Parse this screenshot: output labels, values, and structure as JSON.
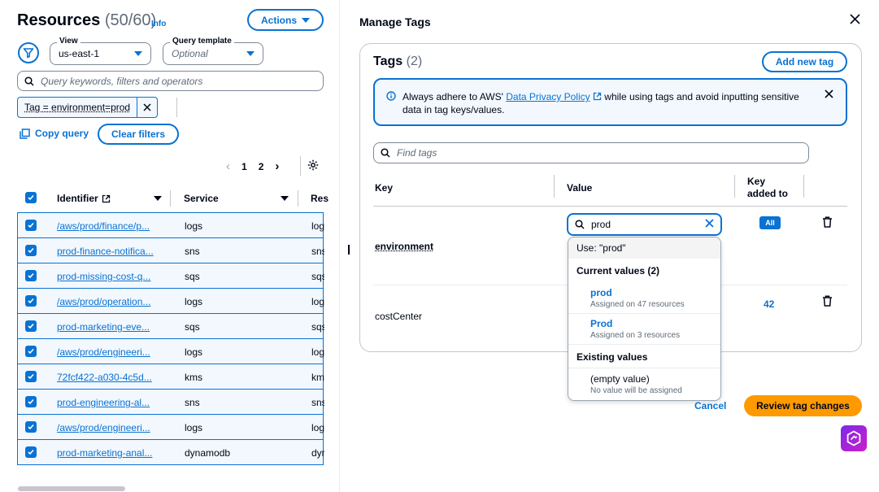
{
  "left": {
    "title": "Resources",
    "count": "(50/60)",
    "info": "Info",
    "actions_label": "Actions",
    "view": {
      "legend": "View",
      "value": "us-east-1"
    },
    "query_template": {
      "legend": "Query template",
      "placeholder": "Optional"
    },
    "search_placeholder": "Query keywords, filters and operators",
    "token": "Tag = environment=prod",
    "copy_query": "Copy query",
    "clear_filters": "Clear filters",
    "pagination": {
      "pages": [
        "1",
        "2"
      ]
    },
    "columns": {
      "identifier": "Identifier",
      "service": "Service",
      "resource": "Res"
    },
    "rows": [
      {
        "identifier": "/aws/prod/finance/p...",
        "service": "logs",
        "res": "log"
      },
      {
        "identifier": "prod-finance-notifica...",
        "service": "sns",
        "res": "sns"
      },
      {
        "identifier": "prod-missing-cost-q...",
        "service": "sqs",
        "res": "sqs"
      },
      {
        "identifier": "/aws/prod/operation...",
        "service": "logs",
        "res": "log"
      },
      {
        "identifier": "prod-marketing-eve...",
        "service": "sqs",
        "res": "sqs"
      },
      {
        "identifier": "/aws/prod/engineeri...",
        "service": "logs",
        "res": "log"
      },
      {
        "identifier": "72fcf422-a030-4c5d...",
        "service": "kms",
        "res": "km"
      },
      {
        "identifier": "prod-engineering-al...",
        "service": "sns",
        "res": "sns"
      },
      {
        "identifier": "/aws/prod/engineeri...",
        "service": "logs",
        "res": "log"
      },
      {
        "identifier": "prod-marketing-anal...",
        "service": "dynamodb",
        "res": "dyr"
      }
    ]
  },
  "right": {
    "title": "Manage Tags",
    "tags_title": "Tags",
    "tags_count": "(2)",
    "add_new_tag": "Add new tag",
    "alert": {
      "before": "Always adhere to AWS' ",
      "link": "Data Privacy Policy",
      "after": " while using tags and avoid inputting sensitive data in tag keys/values."
    },
    "find_placeholder": "Find tags",
    "columns": {
      "key": "Key",
      "value": "Value",
      "added_line1": "Key",
      "added_line2": "added to"
    },
    "tags": [
      {
        "key": "environment",
        "value": "prod",
        "added": "All"
      },
      {
        "key": "costCenter",
        "added": "42"
      }
    ],
    "dropdown": {
      "use": "Use: \"prod\"",
      "current_header": "Current values (2)",
      "current": [
        {
          "label": "prod",
          "sub": "Assigned on 47 resources"
        },
        {
          "label": "Prod",
          "sub": "Assigned on 3 resources"
        }
      ],
      "existing_header": "Existing values",
      "existing": [
        {
          "label": "(empty value)",
          "sub": "No value will be assigned"
        }
      ]
    },
    "cancel": "Cancel",
    "review": "Review tag changes"
  }
}
